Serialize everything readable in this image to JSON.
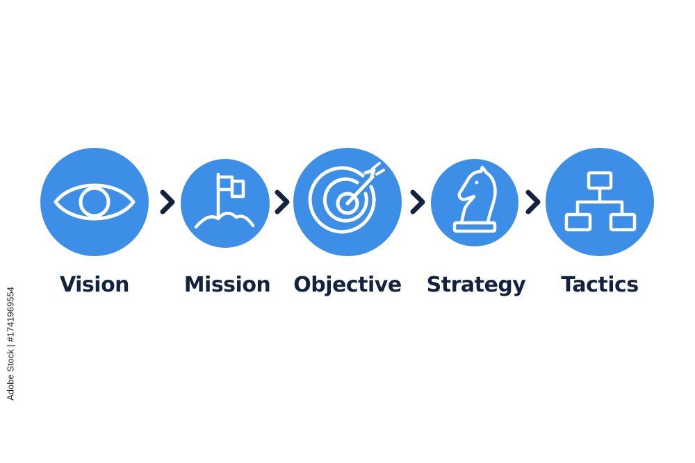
{
  "diagram": {
    "accent_color": "#3d8ee6",
    "label_color": "#13233d",
    "chevron_color": "#13233d",
    "steps": [
      {
        "label": "Vision",
        "icon": "eye-icon"
      },
      {
        "label": "Mission",
        "icon": "flag-on-hill-icon"
      },
      {
        "label": "Objective",
        "icon": "target-with-arrow-icon"
      },
      {
        "label": "Strategy",
        "icon": "chess-knight-icon"
      },
      {
        "label": "Tactics",
        "icon": "hierarchy-chart-icon"
      }
    ]
  },
  "watermark": {
    "stock_id": "Adobe Stock | #1741969554"
  }
}
